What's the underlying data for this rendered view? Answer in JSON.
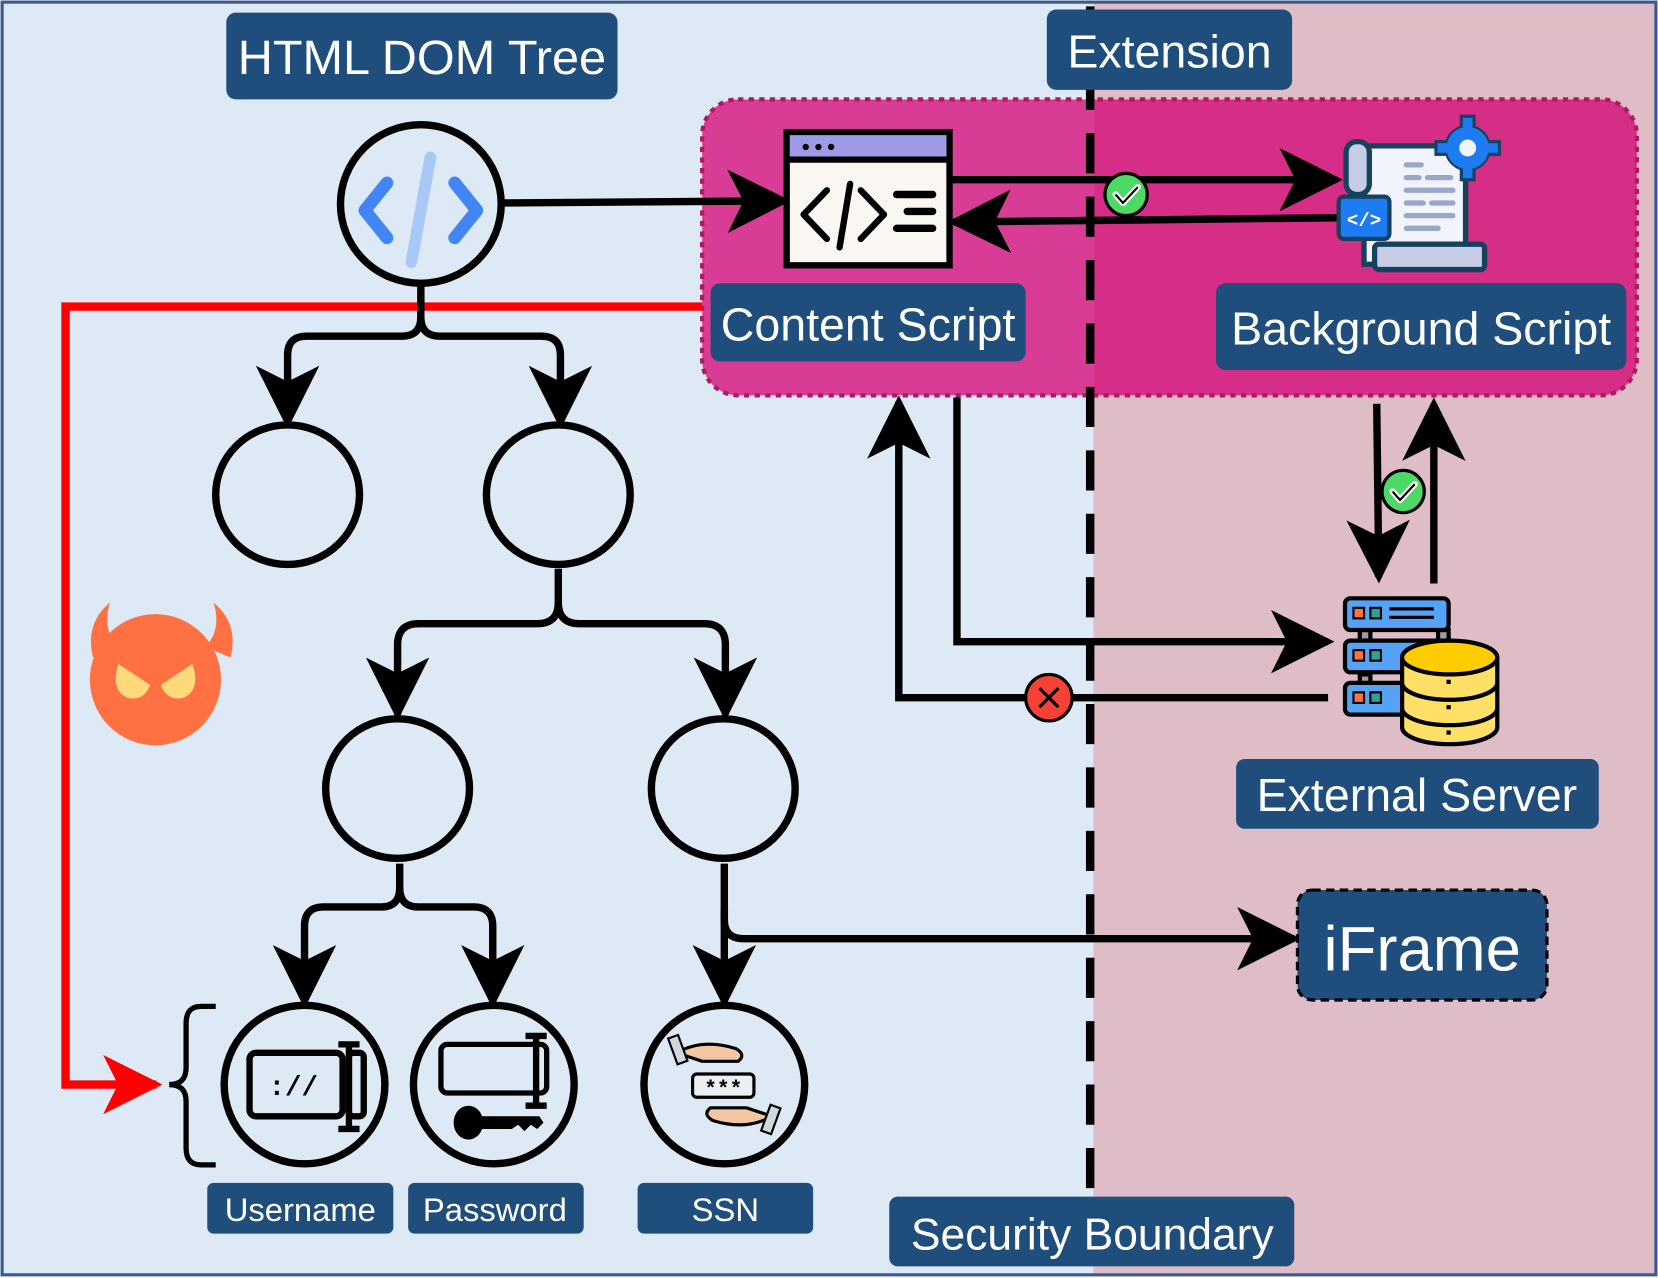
{
  "title_labels": {
    "dom_tree": "HTML DOM Tree",
    "extension": "Extension",
    "content_script": "Content Script",
    "background_script": "Background Script",
    "external_server": "External Server",
    "iframe": "iFrame",
    "security_boundary": "Security Boundary"
  },
  "fields": [
    {
      "label": "Username",
      "icon": "username-input-icon"
    },
    {
      "label": "Password",
      "icon": "password-key-icon"
    },
    {
      "label": "SSN",
      "icon": "ssn-handshake-icon"
    }
  ],
  "ssn_mask": "***",
  "status_icons": {
    "allowed": "check-circle-icon",
    "blocked": "x-circle-icon",
    "attacker": "devil-face-icon"
  },
  "colors": {
    "page_zone": "#dde9f5",
    "extension_zone": "#dfbdc6",
    "extension_box_left": "#d93c94",
    "extension_box_right": "#d62d86",
    "label_box": "#1f4e7d",
    "attack_line": "#ff0000",
    "ok": "#4cd964",
    "blocked": "#f44336",
    "devil": "#ff7043"
  }
}
